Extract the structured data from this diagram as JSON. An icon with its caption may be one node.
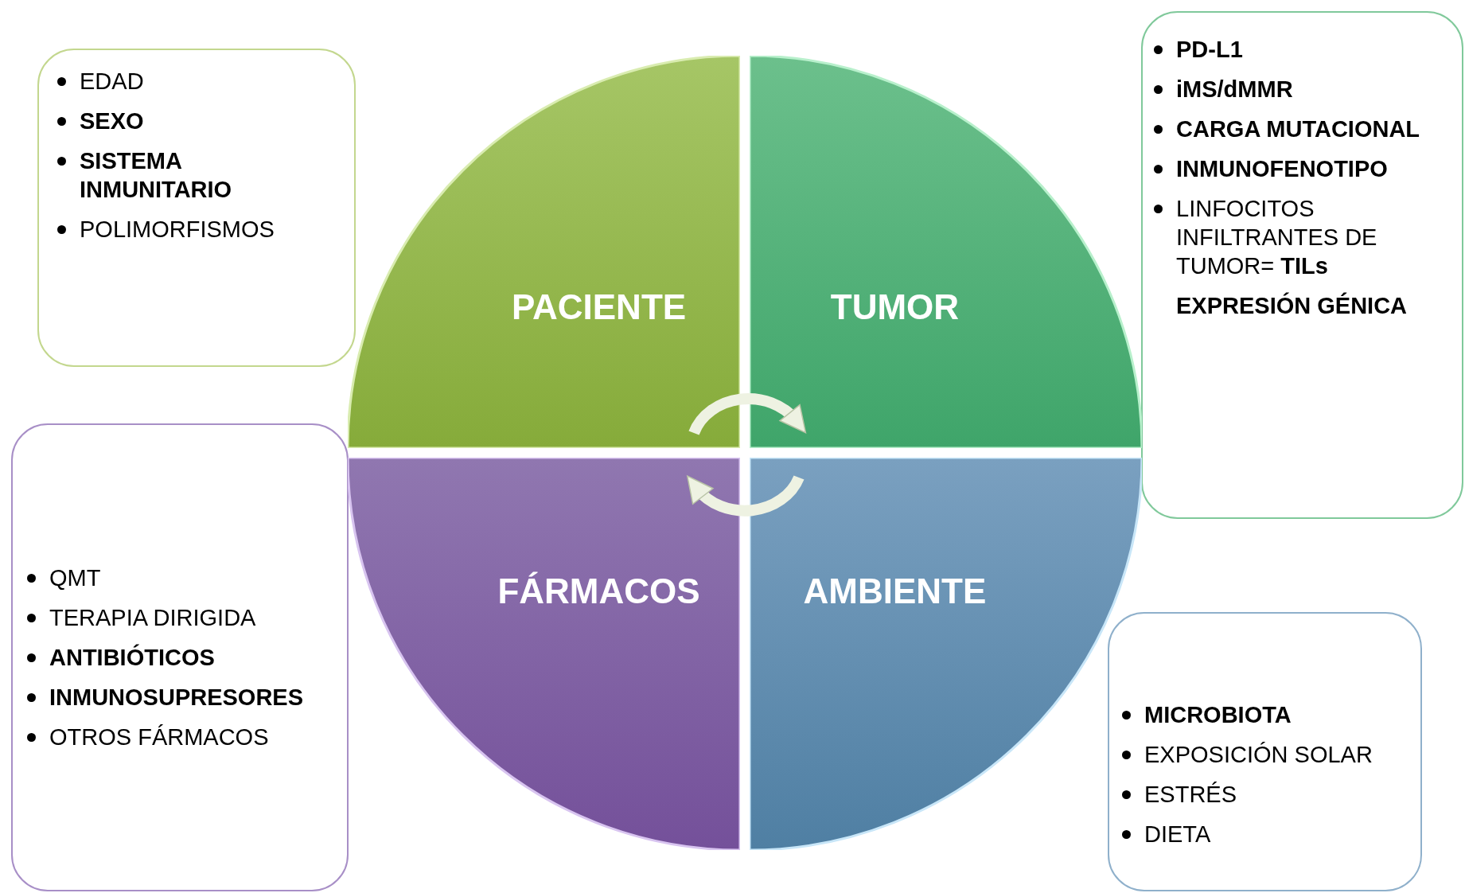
{
  "diagram": {
    "nodes": [
      {
        "text": [
          "EDAD",
          "**SEXO**",
          "**SISTEMA INMUNITARIO**",
          "POLIMORFISMOS"
        ]
      },
      {
        "text": [
          "PACIENTE"
        ]
      },
      {
        "text": [
          "TUMOR"
        ]
      },
      {
        "text": [
          "**PD-L1**",
          "**iMS/dMMR**",
          "**CARGA MUTACIONAL**",
          "**INMUNOFENOTIPO**",
          "LINFOCITOS INFILTRANTES DE TUMOR= **TILs**",
          "**EXPRESIÓN GÉNICA**"
        ]
      },
      {
        "text": [
          "QMT",
          "TERAPIA DIRIGIDA",
          "**ANTIBIÓTICOS**",
          "**INMUNOSUPRESORES**",
          "OTROS FÁRMACOS"
        ]
      },
      {
        "text": [
          "FÁRMACOS"
        ]
      },
      {
        "text": [
          "AMBIENTE"
        ]
      },
      {
        "text": [
          "**MICROBIOTA**",
          "EXPOSICIÓN SOLAR",
          "ESTRÉS",
          "DIETA"
        ]
      }
    ],
    "edges": [
      {
        "from": 1,
        "to": 2,
        "arrow": "to"
      },
      {
        "from": 6,
        "to": 5,
        "arrow": "to"
      }
    ]
  }
}
